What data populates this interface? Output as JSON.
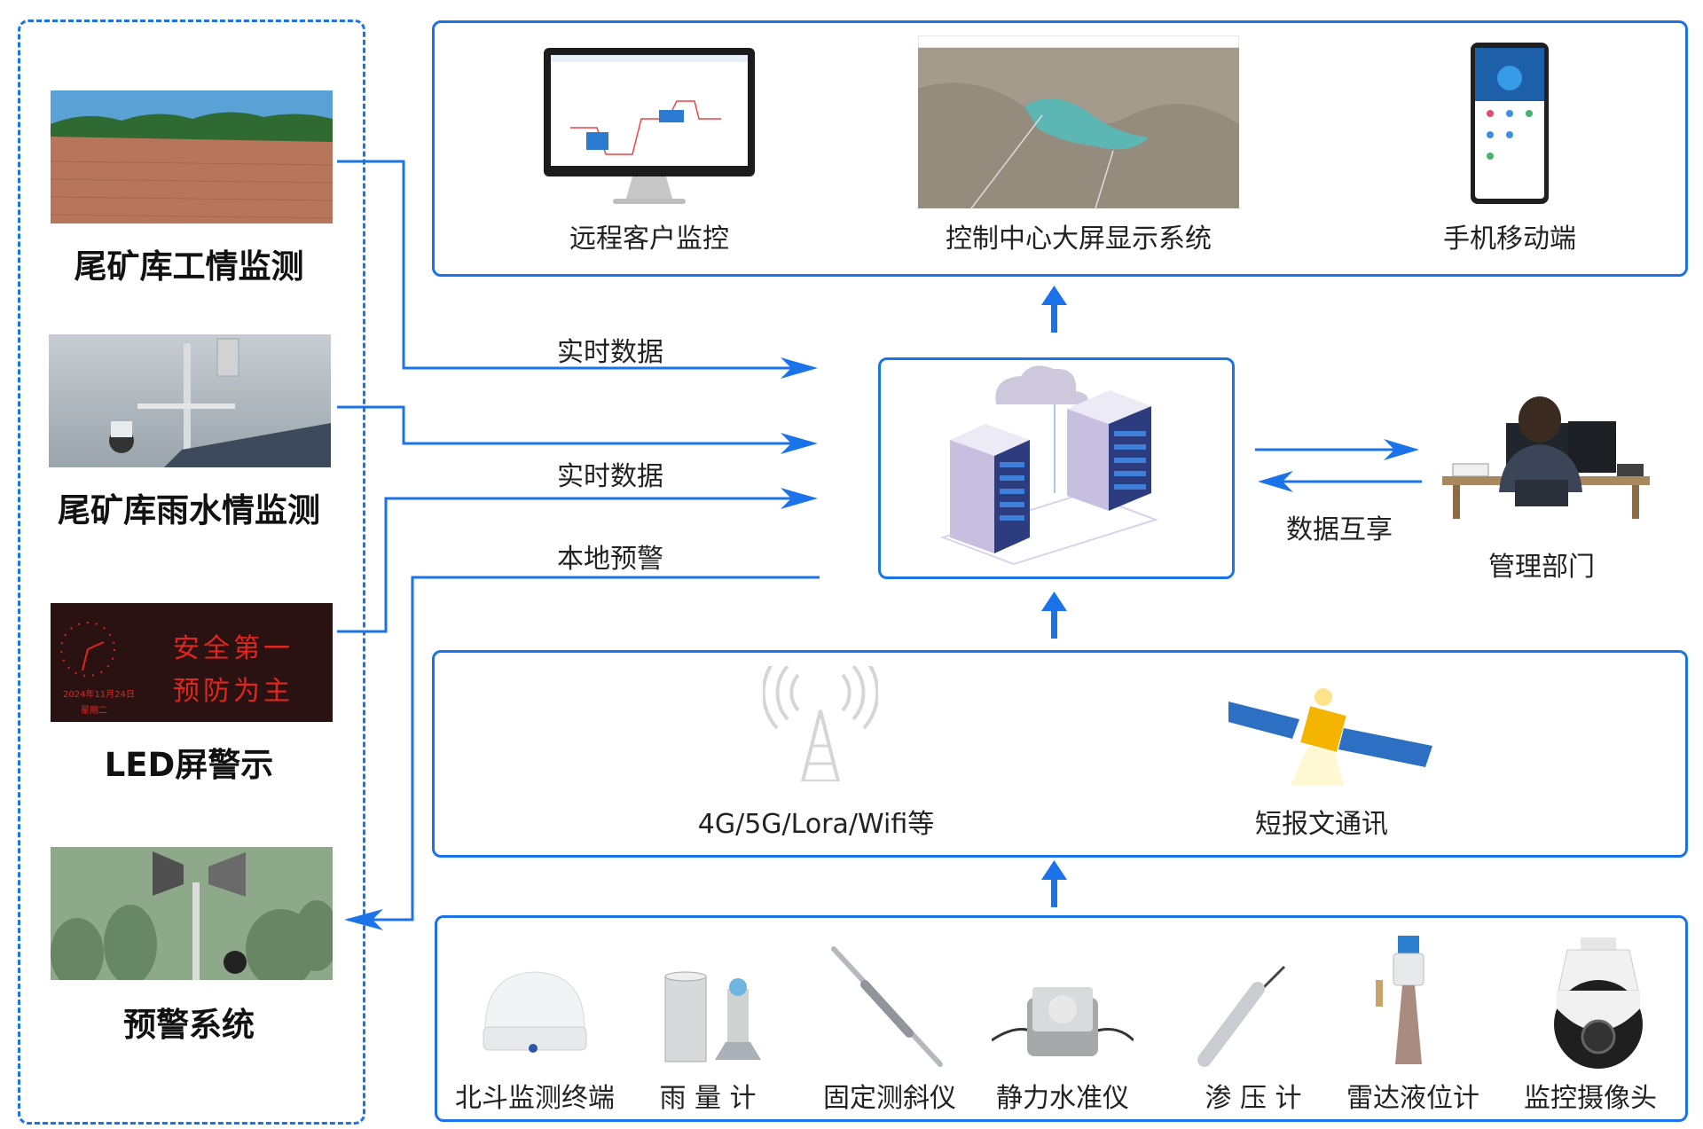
{
  "left_panel": {
    "items": [
      {
        "label": "尾矿库工情监测"
      },
      {
        "label": "尾矿库雨水情监测"
      },
      {
        "label": "LED屏警示"
      },
      {
        "label": "预警系统"
      }
    ],
    "led": {
      "line1": "安全第一",
      "line2": "预防为主",
      "date": "2024年11月24日",
      "weekday": "星期二"
    }
  },
  "flows": {
    "realtime_1": "实时数据",
    "realtime_2": "实时数据",
    "local_warning": "本地预警",
    "data_share": "数据互享",
    "management": "管理部门"
  },
  "display_panel": {
    "items": [
      {
        "label": "远程客户监控"
      },
      {
        "label": "控制中心大屏显示系统"
      },
      {
        "label": "手机移动端"
      }
    ]
  },
  "comm_panel": {
    "items": [
      {
        "label": "4G/5G/Lora/Wifi等"
      },
      {
        "label": "短报文通讯"
      }
    ]
  },
  "sensor_panel": {
    "items": [
      {
        "label": "北斗监测终端"
      },
      {
        "label": "雨 量 计"
      },
      {
        "label": "固定测斜仪"
      },
      {
        "label": "静力水准仪"
      },
      {
        "label": "渗 压 计"
      },
      {
        "label": "雷达液位计"
      },
      {
        "label": "监控摄像头"
      }
    ]
  },
  "colors": {
    "accent": "#1a73e8"
  }
}
